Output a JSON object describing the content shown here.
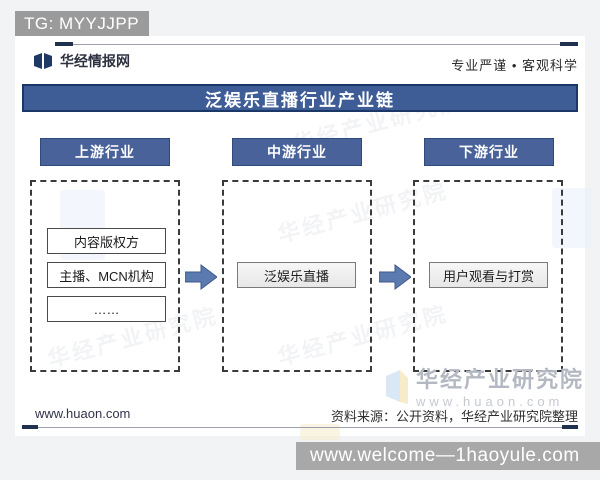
{
  "badge": "TG: MYYJJPP",
  "header": {
    "brand": "华经情报网",
    "slogan": "专业严谨 • 客观科学"
  },
  "title": "泛娱乐直播行业产业链",
  "columns": [
    {
      "header": "上游行业",
      "items": [
        "内容版权方",
        "主播、MCN机构",
        "……"
      ]
    },
    {
      "header": "中游行业",
      "items": [
        "泛娱乐直播"
      ]
    },
    {
      "header": "下游行业",
      "items": [
        "用户观看与打赏"
      ]
    }
  ],
  "footer": {
    "site": "www.huaon.com",
    "source": "资料来源：公开资料，华经产业研究院整理"
  },
  "watermark": {
    "brand": "华经产业研究院",
    "site": "www.huaon.com"
  },
  "bottom_bar": "www.welcome—1haoyule.com",
  "colors": {
    "title_bar": "#3e5c96",
    "title_bar_border": "#1a3767",
    "column_header": "#49639a",
    "arrow": "#5b7ab0",
    "badge_bg": "#9b9b9b",
    "bottom_bar_bg": "#a8a8a8"
  }
}
